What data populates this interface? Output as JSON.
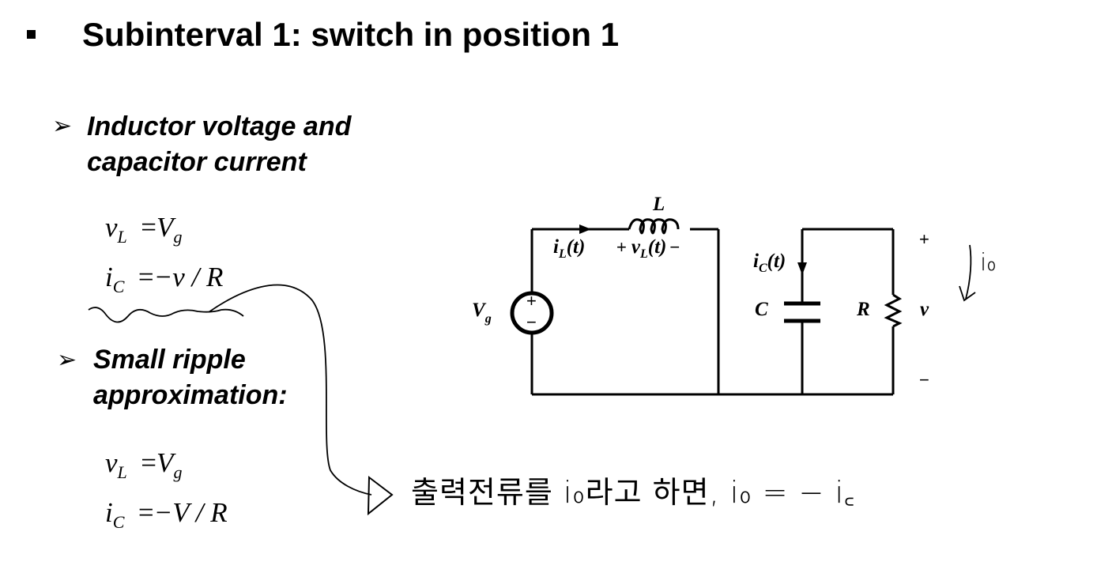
{
  "slide": {
    "title": "Subinterval 1: switch in position 1"
  },
  "section1": {
    "heading_line1": "Inductor voltage and",
    "heading_line2": "capacitor current",
    "eq1_lhs": "v",
    "eq1_lhs_sub": "L",
    "eq1_rhs": "V",
    "eq1_rhs_sub": "g",
    "eq2_lhs": "i",
    "eq2_lhs_sub": "C",
    "eq2_rhs": "−v / R"
  },
  "section2": {
    "heading_line1": "Small ripple",
    "heading_line2": "approximation:",
    "eq1_lhs": "v",
    "eq1_lhs_sub": "L",
    "eq1_rhs": "V",
    "eq1_rhs_sub": "g",
    "eq2_lhs": "i",
    "eq2_lhs_sub": "C",
    "eq2_rhs": "−V / R"
  },
  "circuit": {
    "L_label": "L",
    "iL_label": "i",
    "iL_sub": "L",
    "iL_t": "(t)",
    "vL_plus": "+",
    "vL_label": "v",
    "vL_sub": "L",
    "vL_t": "(t)",
    "vL_minus": "−",
    "Vg_label": "V",
    "Vg_sub": "g",
    "src_plus": "+",
    "src_minus": "−",
    "iC_label": "i",
    "iC_sub": "C",
    "iC_t": "(t)",
    "C_label": "C",
    "R_label": "R",
    "v_label": "v",
    "out_plus": "+",
    "out_minus": "−"
  },
  "annotations": {
    "handwritten_note": "출력전류를 i₀라고 하면,  i₀ = − i꜀",
    "handwritten_io": "i₀"
  },
  "colors": {
    "ink": "#000000",
    "background": "#ffffff"
  }
}
